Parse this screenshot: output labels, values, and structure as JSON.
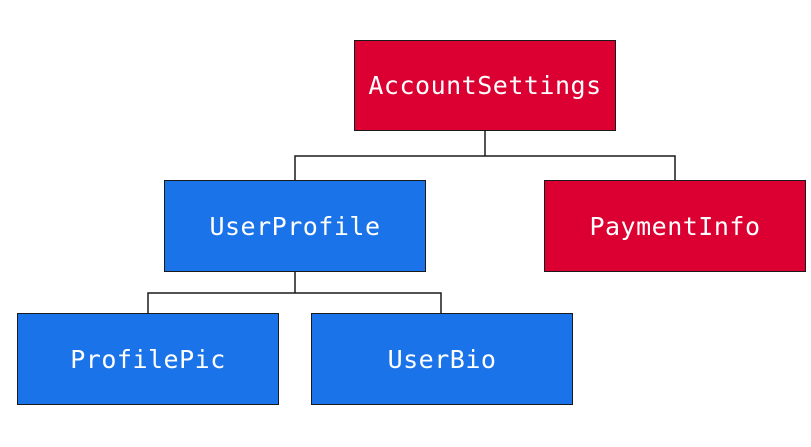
{
  "diagram": {
    "type": "tree",
    "nodes": {
      "account_settings": {
        "label": "AccountSettings",
        "color": "#dc0032"
      },
      "user_profile": {
        "label": "UserProfile",
        "color": "#1a73e8",
        "parent": "account_settings"
      },
      "payment_info": {
        "label": "PaymentInfo",
        "color": "#dc0032",
        "parent": "account_settings"
      },
      "profile_pic": {
        "label": "ProfilePic",
        "color": "#1a73e8",
        "parent": "user_profile"
      },
      "user_bio": {
        "label": "UserBio",
        "color": "#1a73e8",
        "parent": "user_profile"
      }
    },
    "edge_color": "#1a1a1a"
  }
}
